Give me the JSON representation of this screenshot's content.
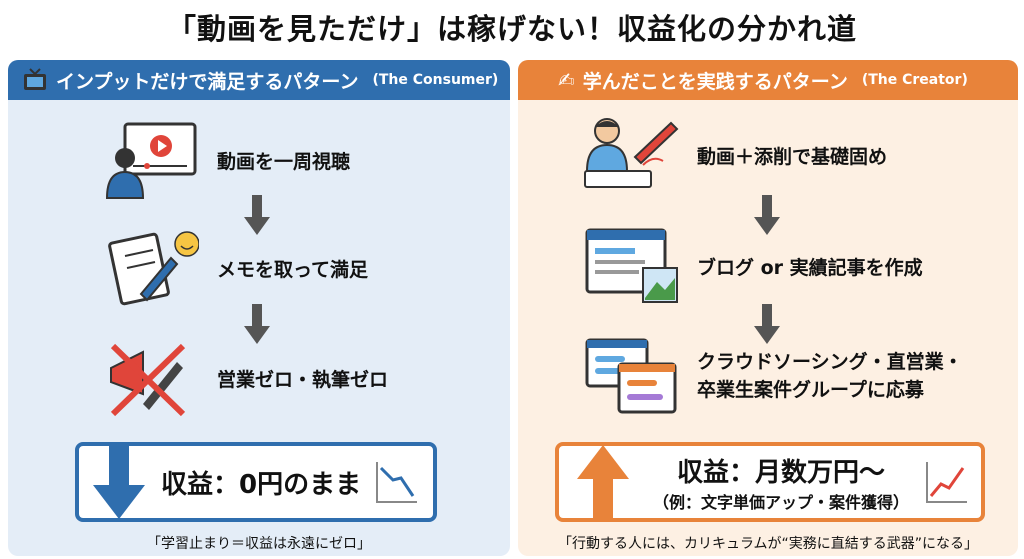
{
  "title": "「動画を見ただけ」は稼げない！収益化の分かれ道",
  "left": {
    "header": "インプットだけで満足するパターン",
    "header_sub": "(The Consumer)",
    "icon": "tv-icon",
    "steps": [
      "動画を一周視聴",
      "メモを取って満足",
      "営業ゼロ・執筆ゼロ"
    ],
    "result": "収益：0円のまま",
    "caption": "「学習止まり＝収益は永遠にゼロ」",
    "color": "#2f6eae"
  },
  "right": {
    "header": "学んだことを実践するパターン",
    "header_sub": "(The Creator)",
    "icon": "writing-hand-icon",
    "steps": [
      "動画＋添削で基礎固め",
      "ブログ or 実績記事を作成",
      "クラウドソーシング・直営業・",
      "卒業生案件グループに応募"
    ],
    "result": "収益：月数万円〜",
    "result_sub": "（例：文字単価アップ・案件獲得）",
    "caption": "「行動する人には、カリキュラムが“実務に直結する武器”になる」",
    "color": "#e8833a"
  }
}
